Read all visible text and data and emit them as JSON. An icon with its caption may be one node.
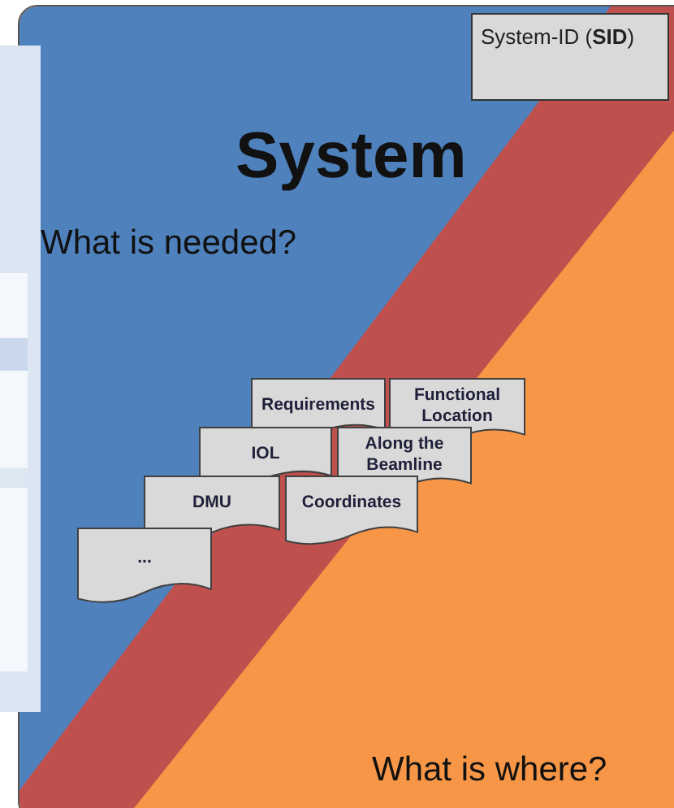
{
  "diagram": {
    "title": "System",
    "nodes": [
      {
        "text": [
          "System-ID (**SID**)"
        ]
      },
      {
        "text": [
          "Requirements"
        ]
      },
      {
        "text": [
          "Functional Location"
        ]
      },
      {
        "text": [
          "IOL"
        ]
      },
      {
        "text": [
          "Along the Beamline"
        ]
      },
      {
        "text": [
          "DMU"
        ]
      },
      {
        "text": [
          "Coordinates"
        ]
      },
      {
        "text": [
          "..."
        ]
      }
    ],
    "labels": [
      "What is needed?",
      "What is where?"
    ]
  }
}
